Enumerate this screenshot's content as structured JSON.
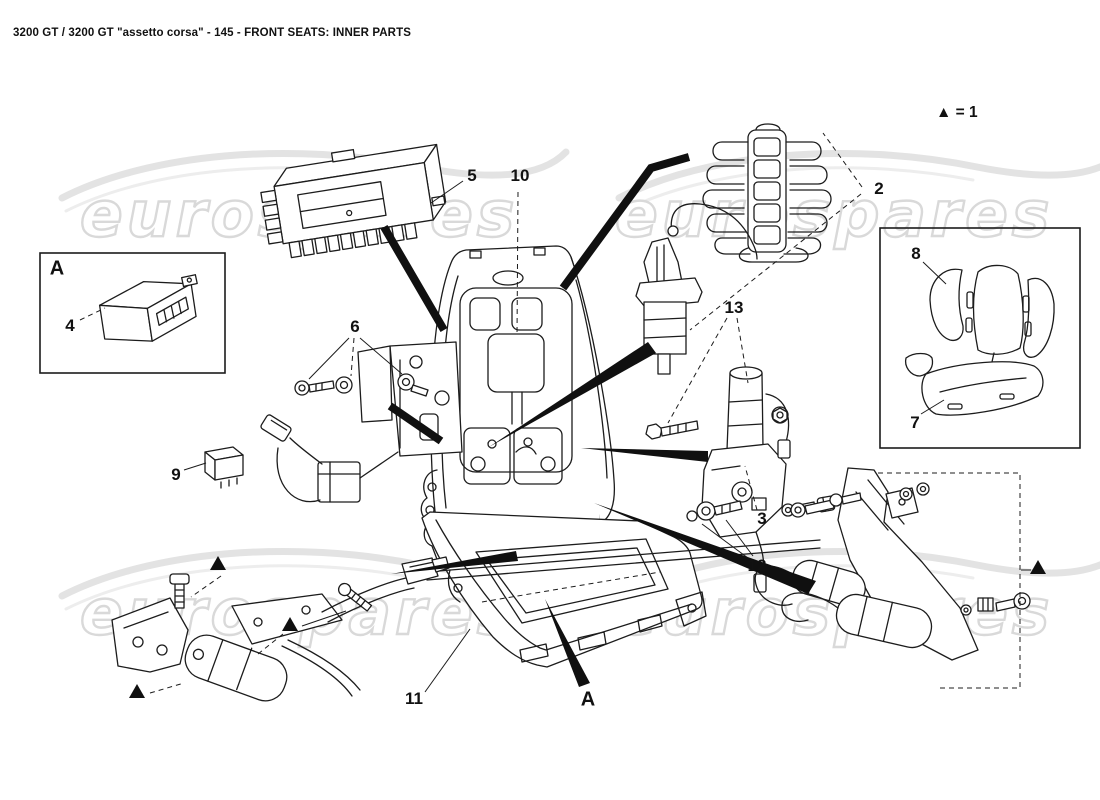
{
  "title": "3200 GT / 3200 GT \"assetto corsa\" - 145 - FRONT SEATS: INNER PARTS",
  "legend": {
    "text": "▲ = 1"
  },
  "watermark": {
    "text": "eurospares",
    "color": "#d9d9d9"
  },
  "inset_box": {
    "label": "A"
  },
  "seat_marker": {
    "label": "A"
  },
  "callouts": {
    "part2": "2",
    "part3": "3",
    "part4": "4",
    "part5": "5",
    "part6": "6",
    "part7": "7",
    "part8": "8",
    "part9": "9",
    "part10": "10",
    "part11": "11",
    "part12": "12",
    "part13": "13"
  },
  "colors": {
    "line": "#1c1c1c",
    "background": "#ffffff",
    "arrow": "#101010"
  }
}
